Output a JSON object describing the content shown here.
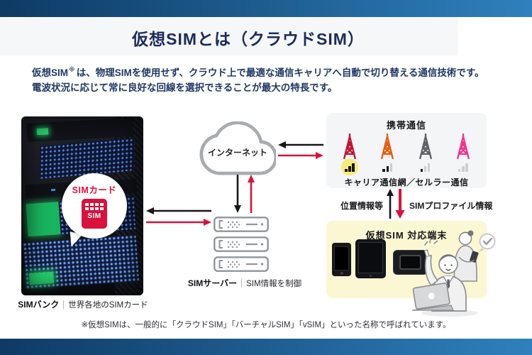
{
  "title": "仮想SIMとは（クラウドSIM）",
  "intro": {
    "line1_head": "仮想SIM",
    "line1_sup": "※",
    "line1_rest": "は、物理SIMを使用せず、クラウド上で最適な通信キャリアへ自動で切り替える通信技術です。",
    "line2": "電波状況に応じて常に良好な回線を選択できることが最大の特長です。"
  },
  "sim_bank": {
    "callout_label": "SIMカード",
    "sim_chip_text": "SIM",
    "caption_title": "SIMバンク",
    "caption_desc": "世界各地のSIMカード"
  },
  "internet": {
    "label": "インターネット"
  },
  "sim_server": {
    "caption_title": "SIMサーバー",
    "caption_desc": "SIM情報を制御"
  },
  "carriers": {
    "heading": "携帯通信",
    "caption": "キャリア通信網／セルラー通信",
    "towers": [
      {
        "name": "carrier-tower-red",
        "color": "#c41231",
        "signal": 3,
        "highlight": true
      },
      {
        "name": "carrier-tower-orange",
        "color": "#e85c10",
        "signal": 2,
        "highlight": false
      },
      {
        "name": "carrier-tower-gray",
        "color": "#5f6368",
        "signal": 1,
        "highlight": false
      },
      {
        "name": "carrier-tower-pink",
        "color": "#f0368f",
        "signal": 0,
        "highlight": false
      }
    ]
  },
  "links": {
    "up_label": "位置情報等",
    "down_label": "SIMプロファイル情報"
  },
  "devices_box": {
    "title": "仮想SIM 対応端末"
  },
  "footnote": "※仮想SIMは、一般的に「クラウドSIM」「バーチャルSIM」「vSIM」といった名称で呼ばれています。",
  "colors": {
    "accent_red": "#d8123c",
    "navy_text": "#1f3864",
    "bar_gradient_start": "#0e3a63",
    "bar_gradient_end": "#2f80bd",
    "panel_gray": "#f4f5f6",
    "box_yellow": "#fbf7d3",
    "signal_highlight": "#f4ed7c"
  }
}
